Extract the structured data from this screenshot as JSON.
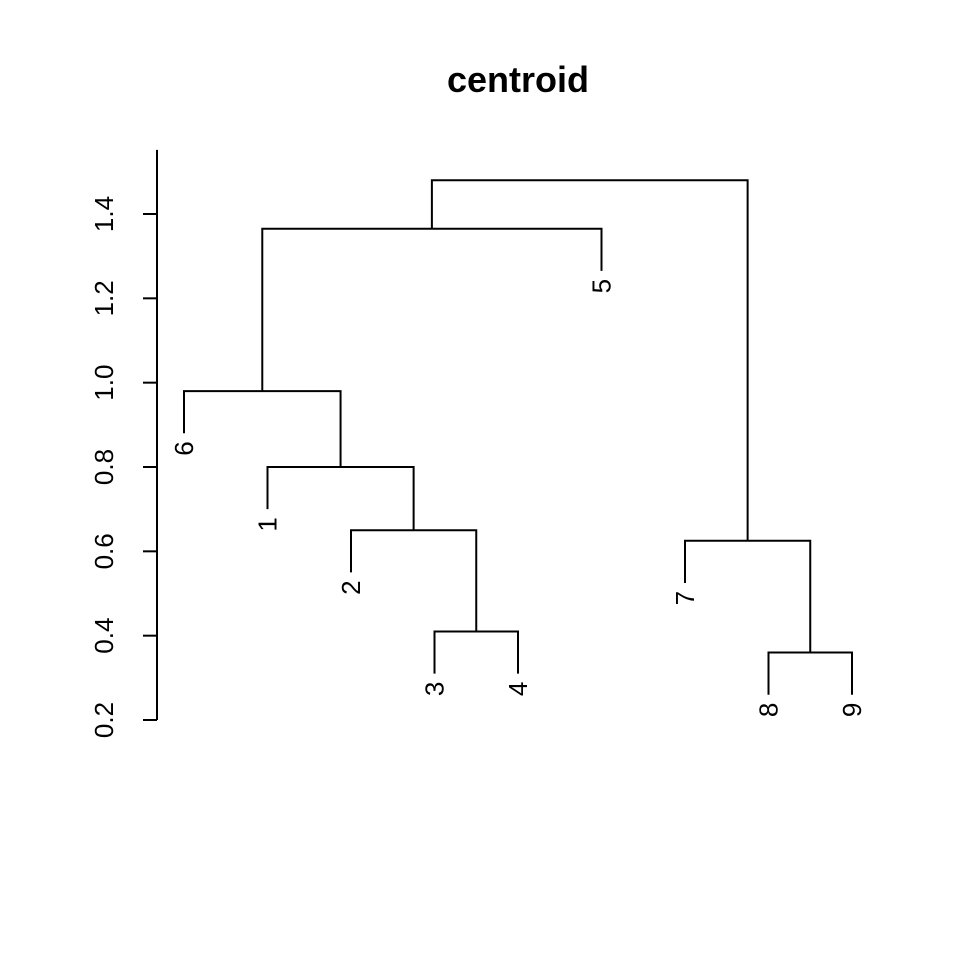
{
  "chart_data": {
    "type": "dendrogram",
    "title": "centroid",
    "xlabel": "",
    "ylabel": "",
    "ylim": [
      0.2,
      1.5
    ],
    "y_ticks": [
      0.2,
      0.4,
      0.6,
      0.8,
      1.0,
      1.2,
      1.4
    ],
    "y_tick_labels": [
      "0.2",
      "0.4",
      "0.6",
      "0.8",
      "1.0",
      "1.2",
      "1.4"
    ],
    "leaves": [
      {
        "id": "6",
        "label": "6"
      },
      {
        "id": "1",
        "label": "1"
      },
      {
        "id": "2",
        "label": "2"
      },
      {
        "id": "3",
        "label": "3"
      },
      {
        "id": "4",
        "label": "4"
      },
      {
        "id": "5",
        "label": "5"
      },
      {
        "id": "7",
        "label": "7"
      },
      {
        "id": "8",
        "label": "8"
      },
      {
        "id": "9",
        "label": "9"
      }
    ],
    "merges": [
      {
        "id": "m1",
        "left": "3",
        "right": "4",
        "height": 0.41
      },
      {
        "id": "m2",
        "left": "2",
        "right": "m1",
        "height": 0.65
      },
      {
        "id": "m3",
        "left": "1",
        "right": "m2",
        "height": 0.8
      },
      {
        "id": "m4",
        "left": "6",
        "right": "m3",
        "height": 0.98
      },
      {
        "id": "m5",
        "left": "m4",
        "right": "5",
        "height": 1.365
      },
      {
        "id": "m6",
        "left": "8",
        "right": "9",
        "height": 0.36
      },
      {
        "id": "m7",
        "left": "7",
        "right": "m6",
        "height": 0.625
      },
      {
        "id": "m8",
        "left": "m5",
        "right": "m7",
        "height": 1.48
      }
    ],
    "grid": false,
    "legend": "none"
  }
}
